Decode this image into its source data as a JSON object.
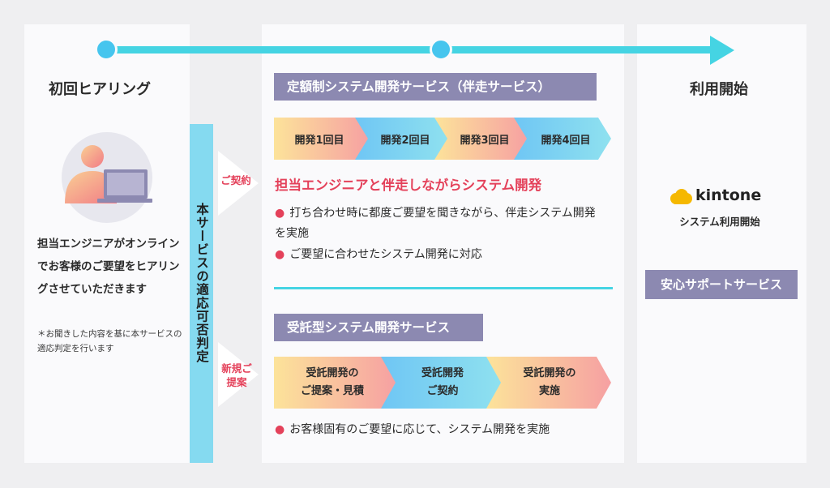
{
  "left": {
    "heading": "初回ヒアリング",
    "description": "担当エンジニアがオンラインでお客様のご要望をヒアリングさせていただきます",
    "note": "＊お聞きした内容を基に本サービスの適応判定を行います"
  },
  "judgement": {
    "label": "本サービスの適応可否判定"
  },
  "branches": {
    "contract": "ご契約",
    "new_proposal": "新規ご提案"
  },
  "subscription": {
    "title": "定額制システム開発サービス（伴走サービス）",
    "steps": [
      "開発1回目",
      "開発2回目",
      "開発3回目",
      "開発4回目"
    ],
    "headline": "担当エンジニアと伴走しながらシステム開発",
    "bullets": [
      "打ち合わせ時に都度ご要望を聞きながら、伴走システム開発を実施",
      "ご要望に合わせたシステム開発に対応"
    ]
  },
  "contract_dev": {
    "title": "受託型システム開発サービス",
    "steps": [
      {
        "line1": "受託開発の",
        "line2": "ご提案・見積"
      },
      {
        "line1": "受託開発",
        "line2": "ご契約"
      },
      {
        "line1": "受託開発の",
        "line2": "実施"
      }
    ],
    "bullets": [
      "お客様固有のご要望に応じて、システム開発を実施"
    ]
  },
  "right": {
    "heading": "利用開始",
    "logo_text": "kintone",
    "logo_sub": "システム利用開始",
    "support": "安心サポートサービス"
  },
  "colors": {
    "timeline": "#45d4e3",
    "accent_red": "#e4415a",
    "title_box": "#8c89b1",
    "judge_bar": "#85daf0",
    "kintone_yellow": "#f5b800"
  },
  "icons": [
    "person-with-laptop-icon",
    "timeline-arrow-icon",
    "kintone-cloud-icon"
  ]
}
